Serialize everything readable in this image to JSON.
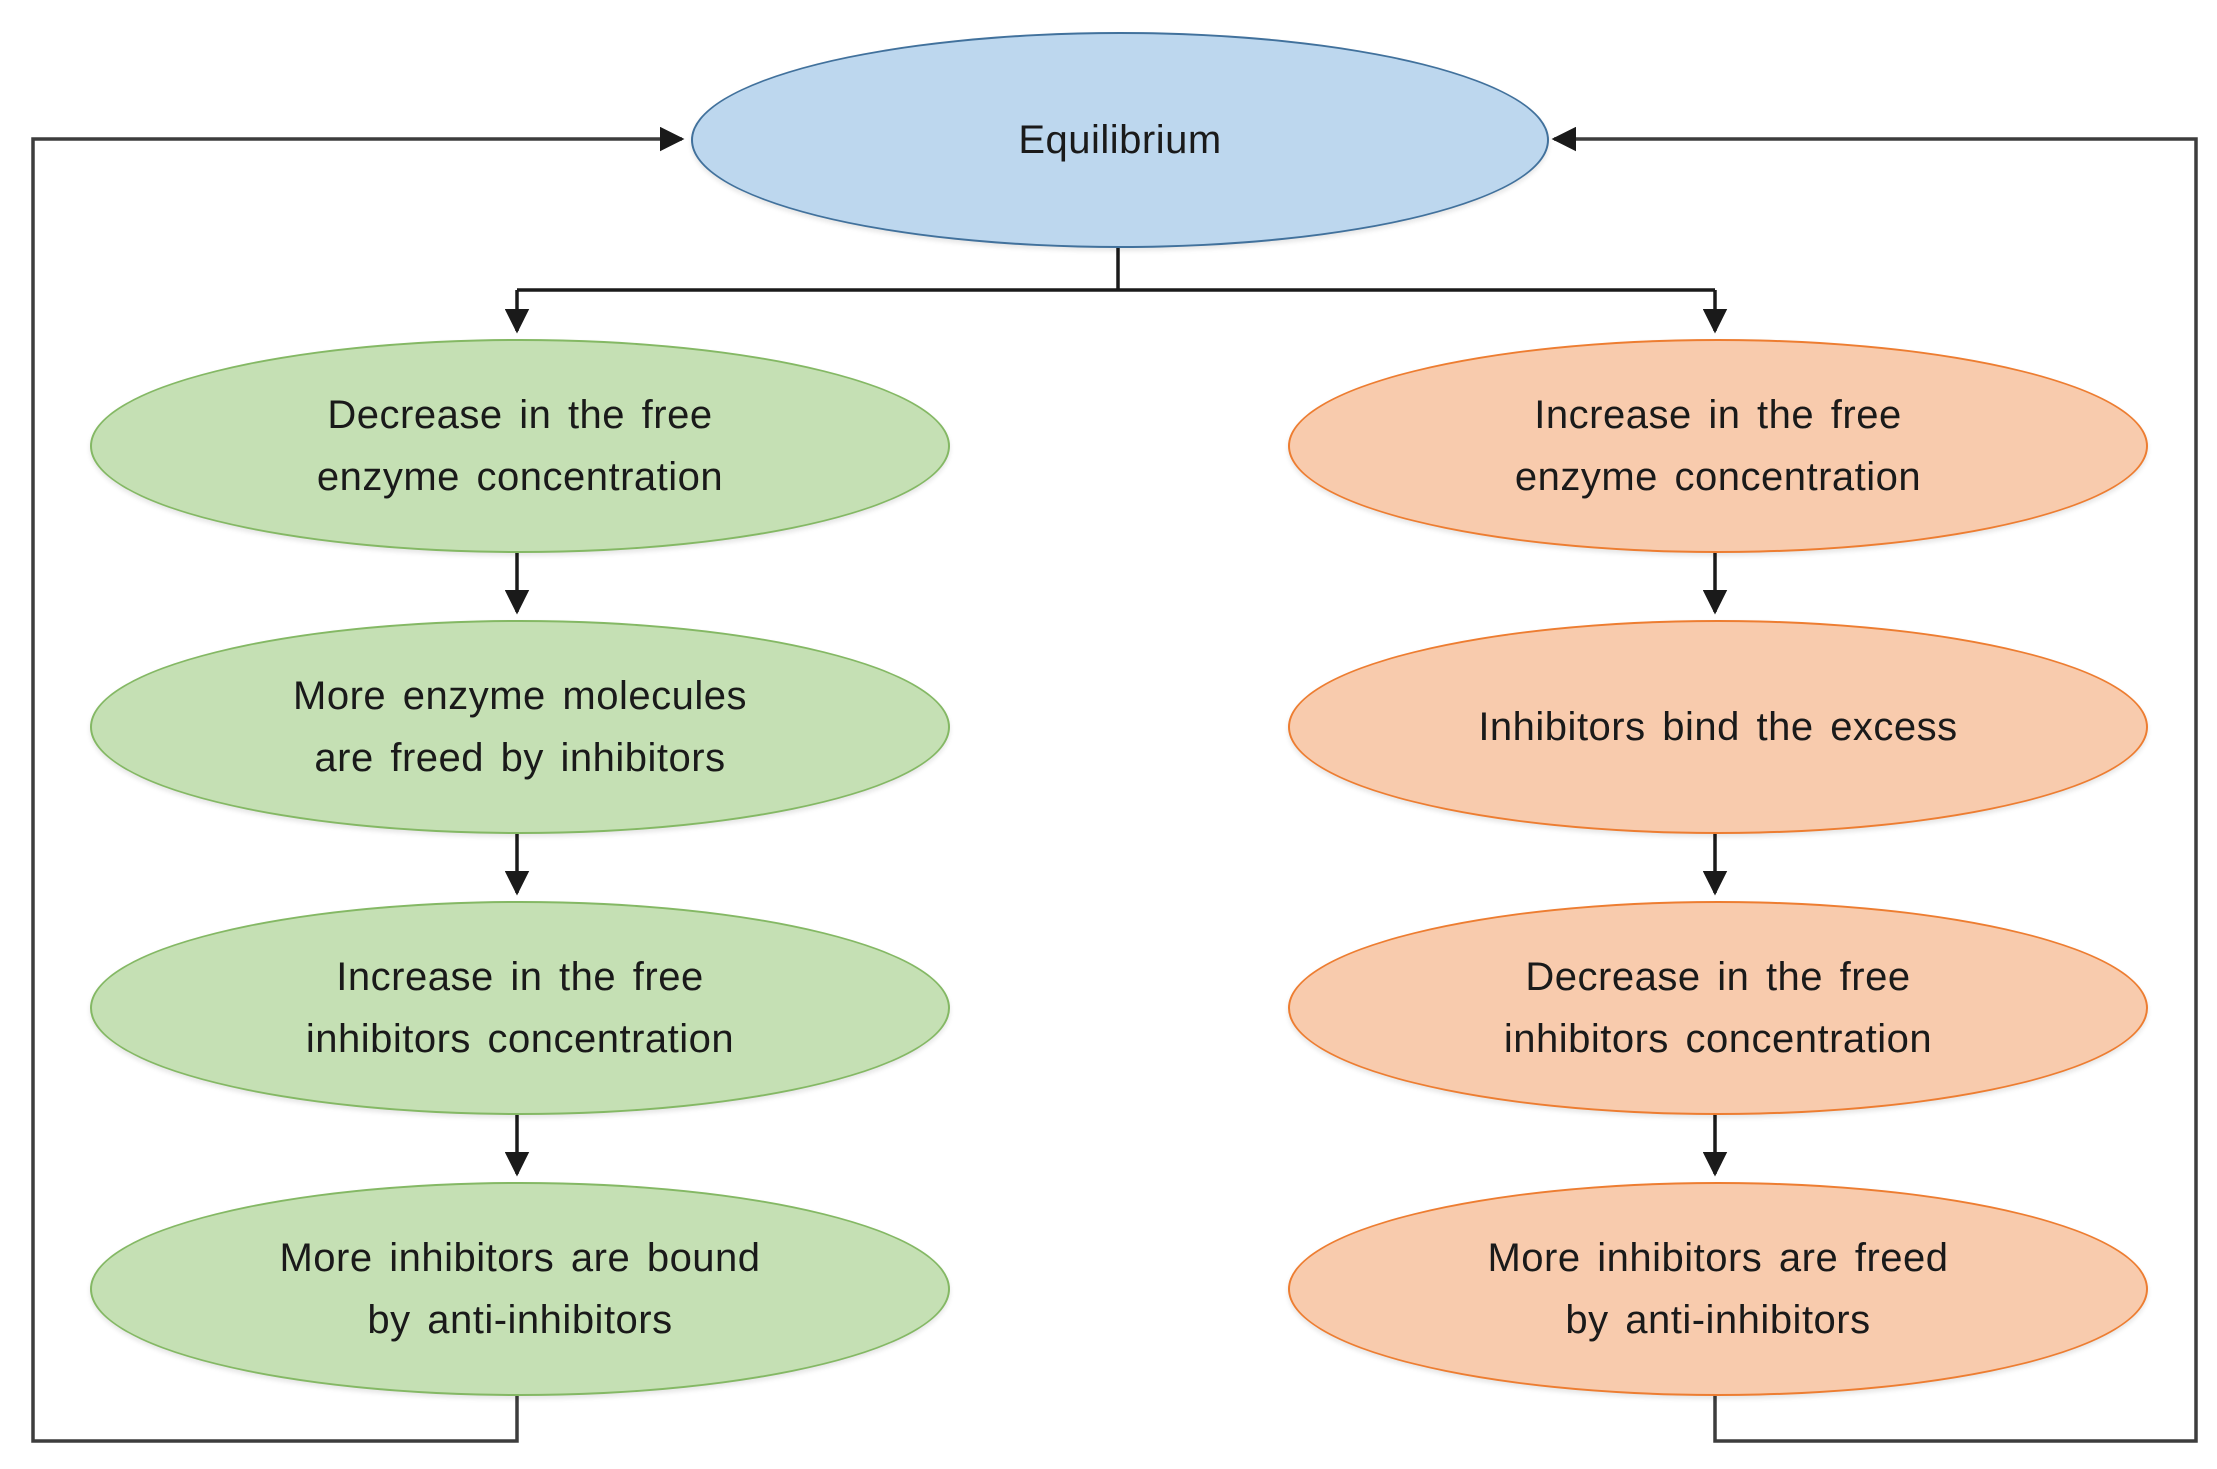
{
  "diagram": {
    "title_node": {
      "lines": [
        "Equilibrium"
      ]
    },
    "left_branch": {
      "steps": [
        {
          "lines": [
            "Decrease in the free",
            "enzyme concentration"
          ]
        },
        {
          "lines": [
            "More enzyme molecules",
            "are freed by inhibitors"
          ]
        },
        {
          "lines": [
            "Increase in the free",
            "inhibitors concentration"
          ]
        },
        {
          "lines": [
            "More inhibitors are bound",
            "by anti-inhibitors"
          ]
        }
      ]
    },
    "right_branch": {
      "steps": [
        {
          "lines": [
            "Increase in the free",
            "enzyme concentration"
          ]
        },
        {
          "lines": [
            "Inhibitors bind the excess"
          ]
        },
        {
          "lines": [
            "Decrease in the free",
            "inhibitors concentration"
          ]
        },
        {
          "lines": [
            "More inhibitors are freed",
            "by anti-inhibitors"
          ]
        }
      ]
    },
    "colors": {
      "root-fill": "#BDD7EE",
      "root-border": "#41719C",
      "left-fill": "#C5E0B4",
      "left-border": "#84B864",
      "right-fill": "#F8CBAD",
      "right-border": "#ED7D31",
      "connector": "#1a1a1a",
      "loop": "#3d3d3d",
      "text": "#1a1a1a"
    }
  }
}
